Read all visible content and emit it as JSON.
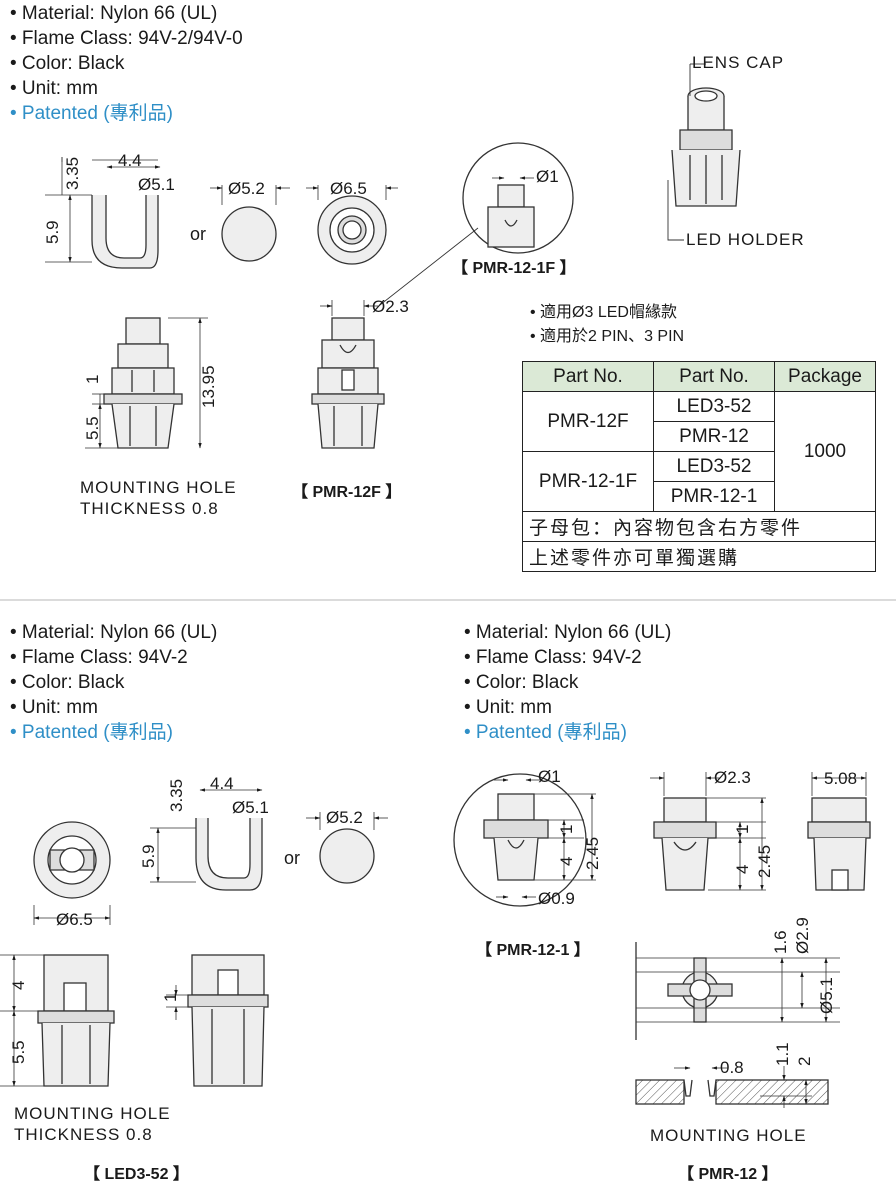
{
  "spec_top": {
    "material": "• Material: Nylon 66 (UL)",
    "flame": "• Flame Class: 94V-2/94V-0",
    "color": "• Color: Black",
    "unit": "• Unit: mm",
    "patented": "• Patented",
    "patented_cn": "(專利品)"
  },
  "spec_bl": {
    "material": "• Material: Nylon 66 (UL)",
    "flame": "• Flame Class: 94V-2",
    "color": "• Color: Black",
    "unit": "• Unit: mm",
    "patented": "• Patented",
    "patented_cn": "(專利品)"
  },
  "spec_br": {
    "material": "• Material: Nylon 66 (UL)",
    "flame": "• Flame Class: 94V-2",
    "color": "• Color: Black",
    "unit": "• Unit: mm",
    "patented": "• Patented",
    "patented_cn": "(專利品)"
  },
  "labels": {
    "lens_cap": "LENS CAP",
    "led_holder": "LED HOLDER",
    "pmr12_1f": "【 PMR-12-1F 】",
    "pmr12f": "【 PMR-12F 】",
    "pmr12_1": "【 PMR-12-1 】",
    "led3_52": "【 LED3-52 】",
    "pmr12": "【 PMR-12 】",
    "or_top": "or",
    "or_bottom": "or",
    "mount_top_1": "MOUNTING HOLE",
    "mount_top_2": "THICKNESS 0.8",
    "mount_bl_1": "MOUNTING HOLE",
    "mount_bl_2": "THICKNESS 0.8",
    "mount_br": "MOUNTING HOLE"
  },
  "notes": {
    "line1": "• 適用Ø3 LED帽緣款",
    "line2": "• 適用於2 PIN、3 PIN"
  },
  "dims": {
    "d335a": "3.35",
    "d44a": "4.4",
    "d51a": "Ø5.1",
    "d59a": "5.9",
    "d52a": "Ø5.2",
    "d65a": "Ø6.5",
    "d1a": "Ø1",
    "d23a": "Ø2.3",
    "d1b": "1",
    "d1395": "13.95",
    "d55a": "5.5",
    "d335b": "3.35",
    "d44b": "4.4",
    "d51b": "Ø5.1",
    "d59b": "5.9",
    "d52b": "Ø5.2",
    "d65b": "Ø6.5",
    "d4a": "4",
    "d55b": "5.5",
    "d1c": "1",
    "d1d": "Ø1",
    "d1e": "1",
    "d4b": "4",
    "d245a": "2.45",
    "d09": "Ø0.9",
    "d23b": "Ø2.3",
    "d1f": "1",
    "d4c": "4",
    "d245b": "2.45",
    "d508": "5.08",
    "d16": "1.6",
    "d29": "Ø2.9",
    "d51c": "Ø5.1",
    "d08": "0.8",
    "d11": "1.1",
    "d2": "2"
  },
  "table": {
    "headers": [
      "Part No.",
      "Part No.",
      "Package"
    ],
    "row1_part": "PMR-12F",
    "row1_sub1": "LED3-52",
    "row1_sub2": "PMR-12",
    "row2_part": "PMR-12-1F",
    "row2_sub1": "LED3-52",
    "row2_sub2": "PMR-12-1",
    "package": "1000",
    "note1": "子母包：內容物包含右方零件",
    "note2": "上述零件亦可單獨選購"
  },
  "colors": {
    "accent": "#2f8fc7",
    "table_header": "#dbe9d6",
    "divider": "#cfcfcf"
  }
}
